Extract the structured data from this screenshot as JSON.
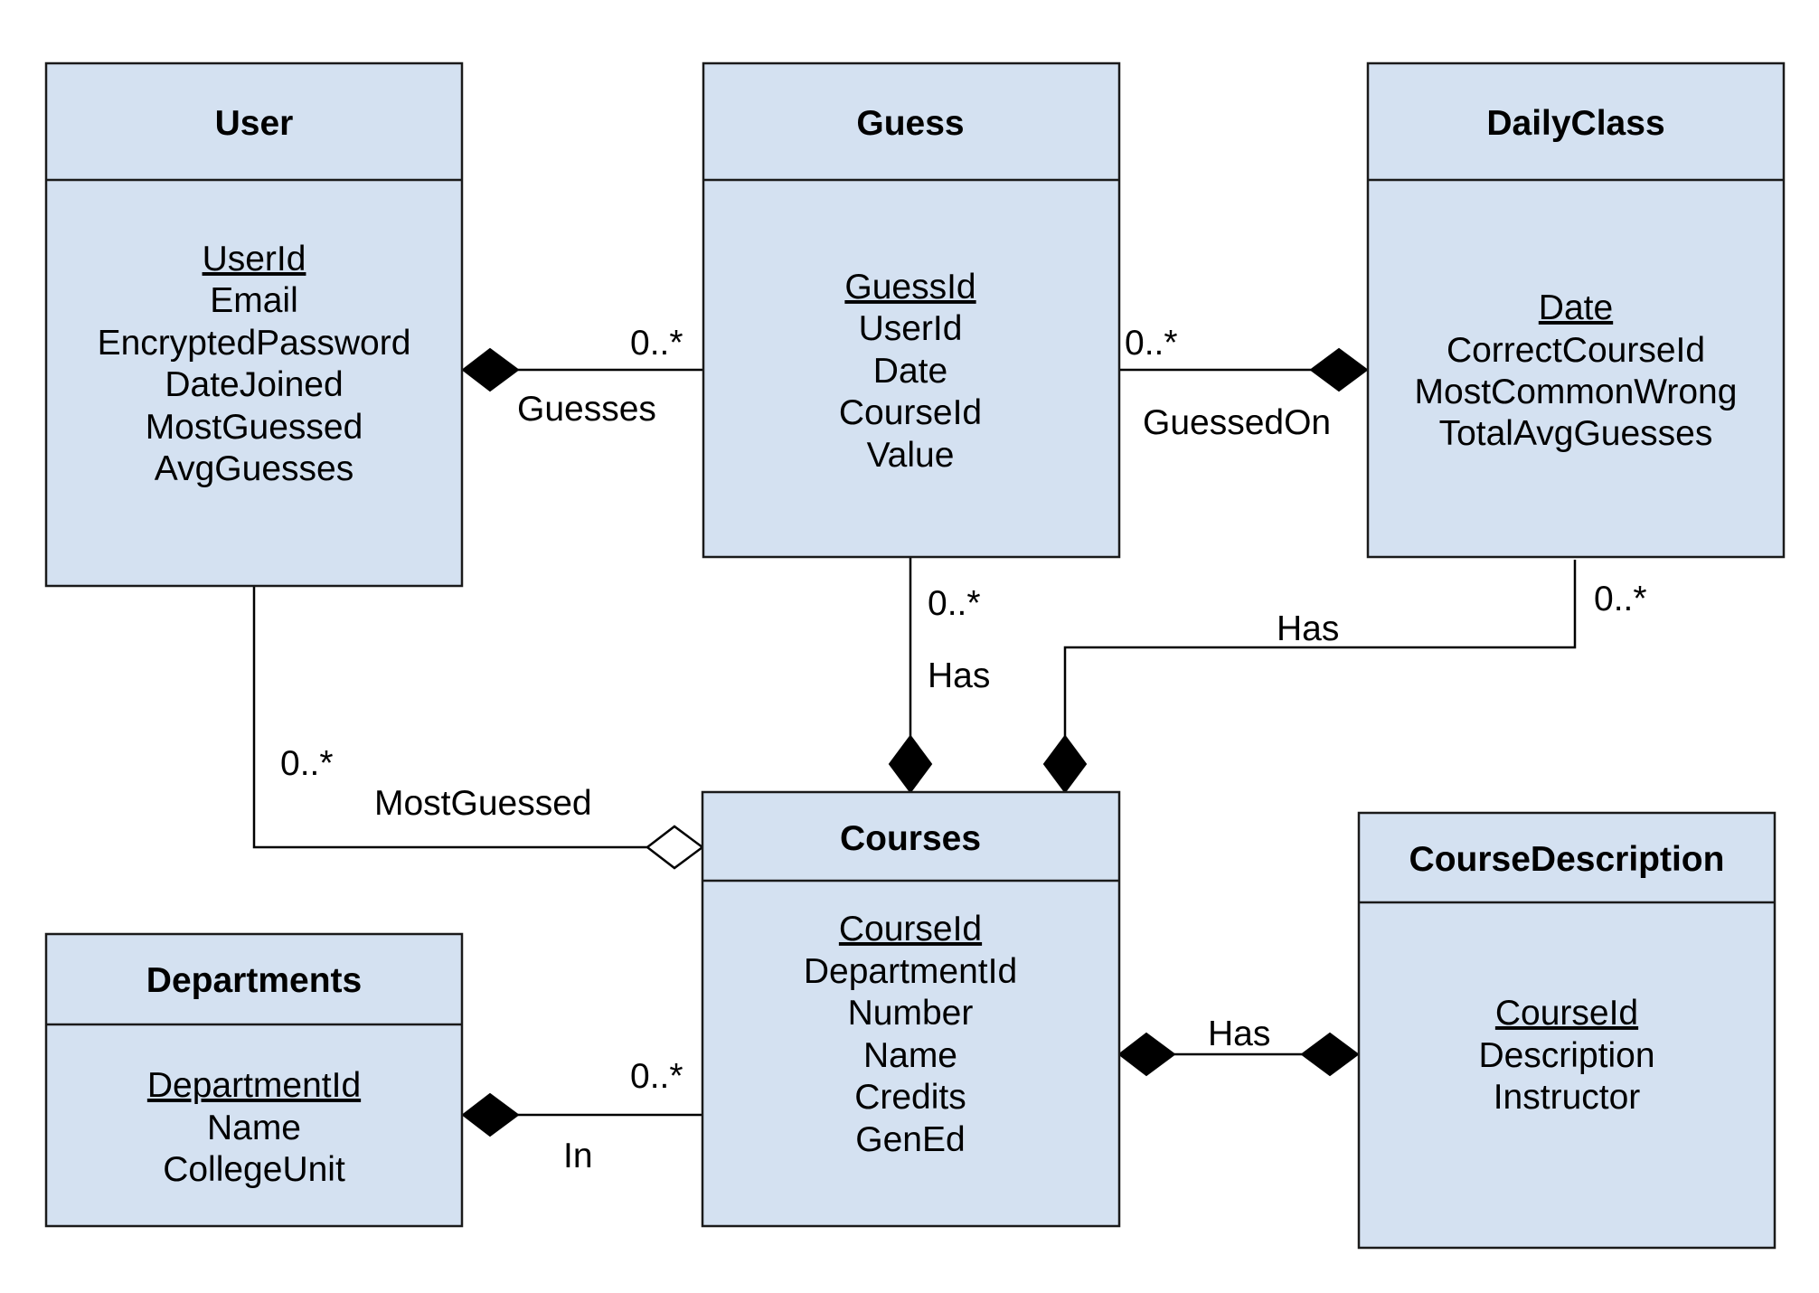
{
  "colors": {
    "box_fill": "#d4e1f1",
    "stroke": "#1a1a1a"
  },
  "entities": [
    {
      "id": "user",
      "title": "User",
      "key": "UserId",
      "attributes": [
        "Email",
        "EncryptedPassword",
        "DateJoined",
        "MostGuessed",
        "AvgGuesses"
      ]
    },
    {
      "id": "guess",
      "title": "Guess",
      "key": "GuessId",
      "attributes": [
        "UserId",
        "Date",
        "CourseId",
        "Value"
      ]
    },
    {
      "id": "dailyclass",
      "title": "DailyClass",
      "key": "Date",
      "attributes": [
        "CorrectCourseId",
        "MostCommonWrong",
        "TotalAvgGuesses"
      ]
    },
    {
      "id": "courses",
      "title": "Courses",
      "key": "CourseId",
      "attributes": [
        "DepartmentId",
        "Number",
        "Name",
        "Credits",
        "GenEd"
      ]
    },
    {
      "id": "departments",
      "title": "Departments",
      "key": "DepartmentId",
      "attributes": [
        "Name",
        "CollegeUnit"
      ]
    },
    {
      "id": "coursedescription",
      "title": "CourseDescription",
      "key": "CourseId",
      "attributes": [
        "Description",
        "Instructor"
      ]
    }
  ],
  "relationships": [
    {
      "id": "guesses",
      "label": "Guesses",
      "multiplicity": "0..*",
      "from": "user",
      "to": "guess",
      "end_marker": "filled-diamond"
    },
    {
      "id": "guessedon",
      "label": "GuessedOn",
      "multiplicity": "0..*",
      "from": "guess",
      "to": "dailyclass",
      "end_marker": "filled-diamond"
    },
    {
      "id": "guess-has",
      "label": "Has",
      "multiplicity": "0..*",
      "from": "guess",
      "to": "courses",
      "end_marker": "filled-diamond"
    },
    {
      "id": "daily-has",
      "label": "Has",
      "multiplicity": "0..*",
      "from": "dailyclass",
      "to": "courses",
      "end_marker": "filled-diamond"
    },
    {
      "id": "mostguessed",
      "label": "MostGuessed",
      "multiplicity": "0..*",
      "from": "user",
      "to": "courses",
      "end_marker": "open-diamond"
    },
    {
      "id": "in",
      "label": "In",
      "multiplicity": "0..*",
      "from": "departments",
      "to": "courses",
      "end_marker": "filled-diamond"
    },
    {
      "id": "desc-has",
      "label": "Has",
      "multiplicity": "",
      "from": "courses",
      "to": "coursedescription",
      "end_marker": "filled-diamond-both"
    }
  ]
}
